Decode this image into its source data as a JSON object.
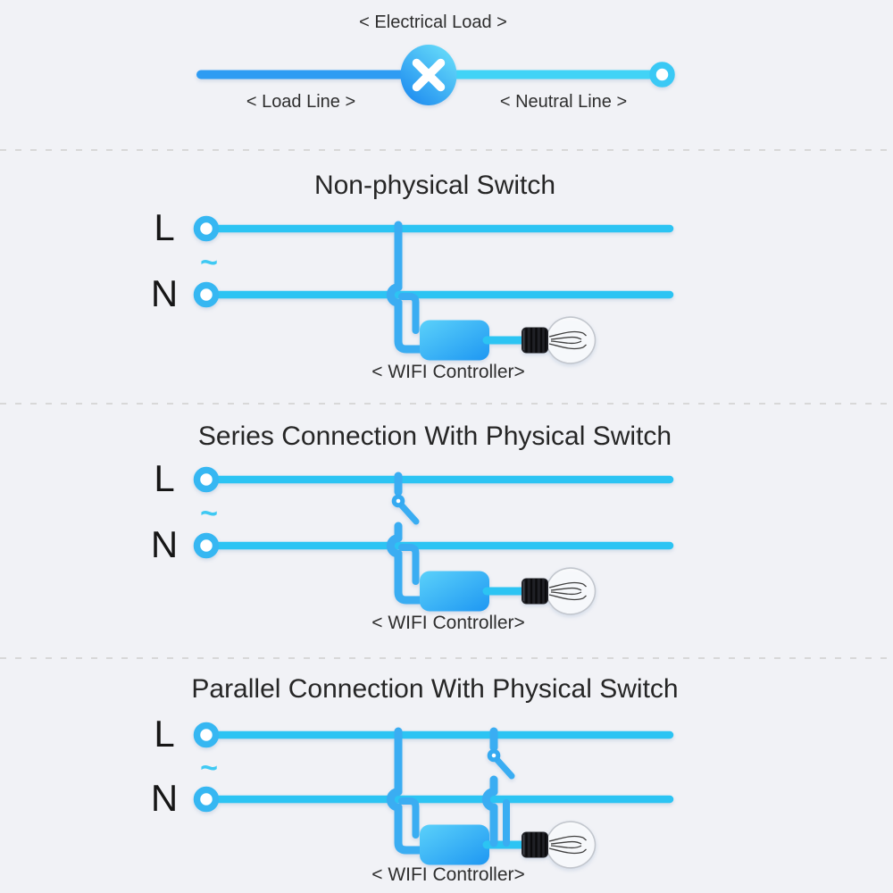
{
  "colors": {
    "background": "#f1f2f6",
    "wire_cyan": "#2cc4f3",
    "wire_blue": "#3aadf2",
    "load_line_blue": "#2e9cf3",
    "neutral_line_cyan": "#41d3f6",
    "terminal_ring_blue": "#36b7f2",
    "controller_gradient_start": "#5bd1fa",
    "controller_gradient_end": "#1e97f2",
    "load_circle_gradient_start": "#66dbf9",
    "load_circle_gradient_end": "#1f8df0",
    "text_dark": "#282828",
    "separator_gray": "#d8d8d8",
    "ac_symbol_cyan": "#3fc9f3"
  },
  "legend": {
    "electrical_load_label": "< Electrical Load >",
    "load_line_label": "< Load Line >",
    "neutral_line_label": "< Neutral Line >"
  },
  "sections": [
    {
      "title": "Non-physical Switch",
      "live_label": "L",
      "neutral_label": "N",
      "ac_symbol": "~",
      "controller_label": "< WIFI Controller>"
    },
    {
      "title": "Series Connection With Physical Switch",
      "live_label": "L",
      "neutral_label": "N",
      "ac_symbol": "~",
      "controller_label": "< WIFI Controller>"
    },
    {
      "title": "Parallel Connection With Physical Switch",
      "live_label": "L",
      "neutral_label": "N",
      "ac_symbol": "~",
      "controller_label": "< WIFI Controller>"
    }
  ]
}
